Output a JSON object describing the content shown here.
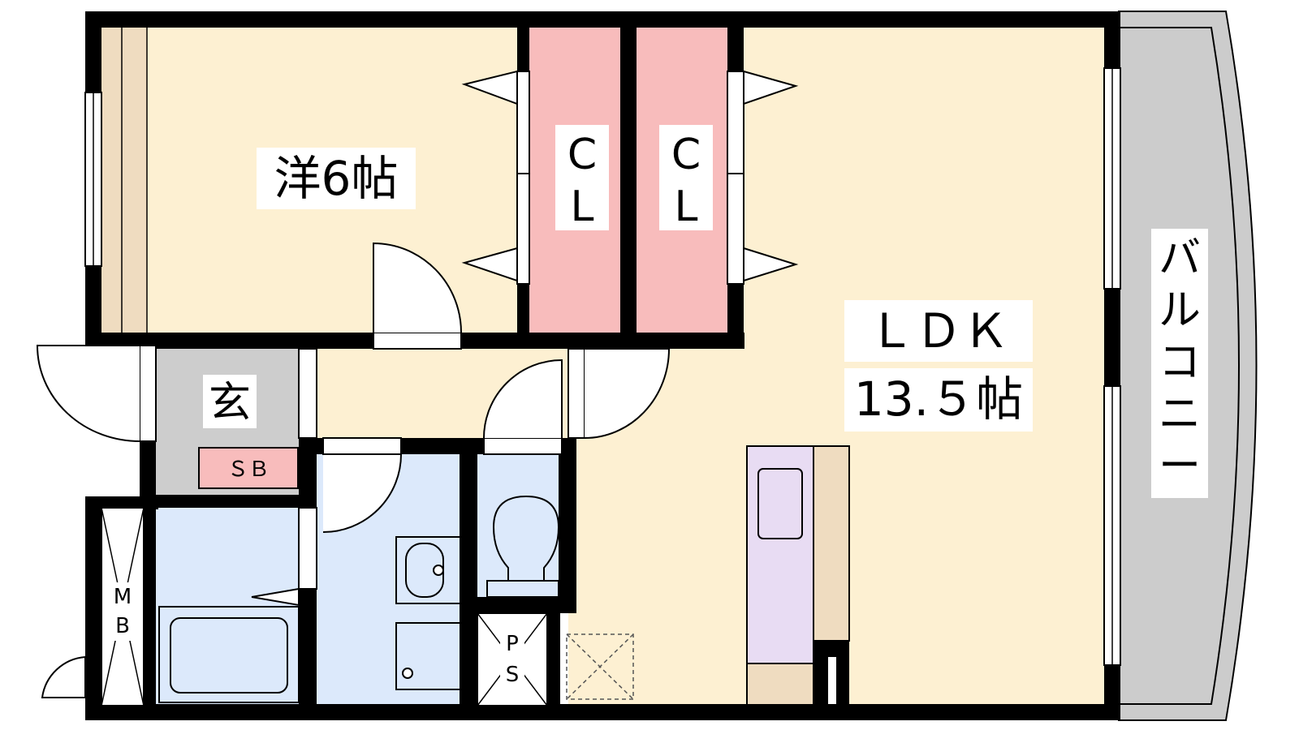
{
  "rooms": {
    "western_room": "洋6帖",
    "closet_1_top": "C",
    "closet_1_bottom": "L",
    "closet_2_top": "C",
    "closet_2_bottom": "L",
    "ldk_title": "ＬＤＫ",
    "ldk_size": "13.５帖",
    "entrance": "玄",
    "shoe_box": "ＳＢ",
    "meter_box_top": "M",
    "meter_box_bottom": "B",
    "pipe_space_top": "P",
    "pipe_space_bottom": "S",
    "balcony": [
      "バ",
      "ル",
      "コ",
      "ニ",
      "ー"
    ]
  },
  "colors": {
    "wall": "#000000",
    "floor": "#fdf0d2",
    "closet": "#f8bcbc",
    "wet_area": "#dce9fb",
    "entrance": "#cdcdcd",
    "balcony": "#cccccc",
    "kitchen": "#e8dcf3",
    "counter": "#efdcc0"
  }
}
